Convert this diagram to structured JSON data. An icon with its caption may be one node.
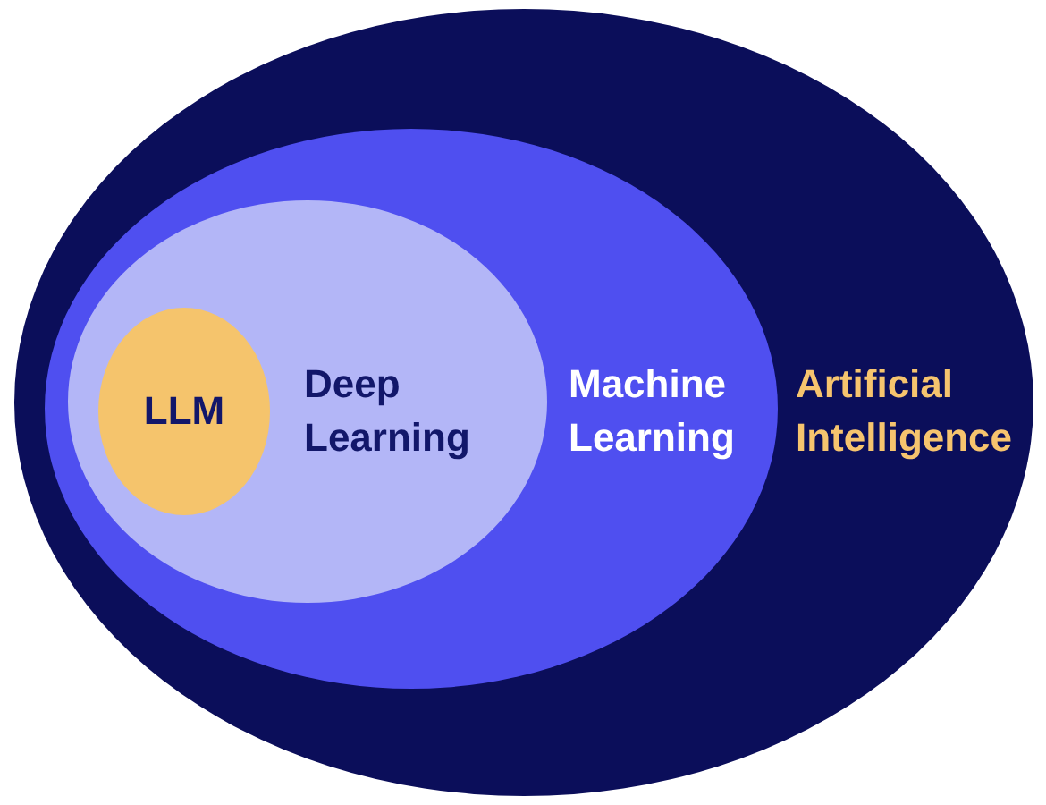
{
  "diagram": {
    "nodes": [
      {
        "text": [
          "Artificial Intelligence"
        ]
      },
      {
        "text": [
          "Machine Learning"
        ],
        "in": 0
      },
      {
        "text": [
          "Deep Learning"
        ],
        "in": 1
      },
      {
        "text": [
          "LLM"
        ],
        "in": 2
      }
    ],
    "edges": []
  }
}
